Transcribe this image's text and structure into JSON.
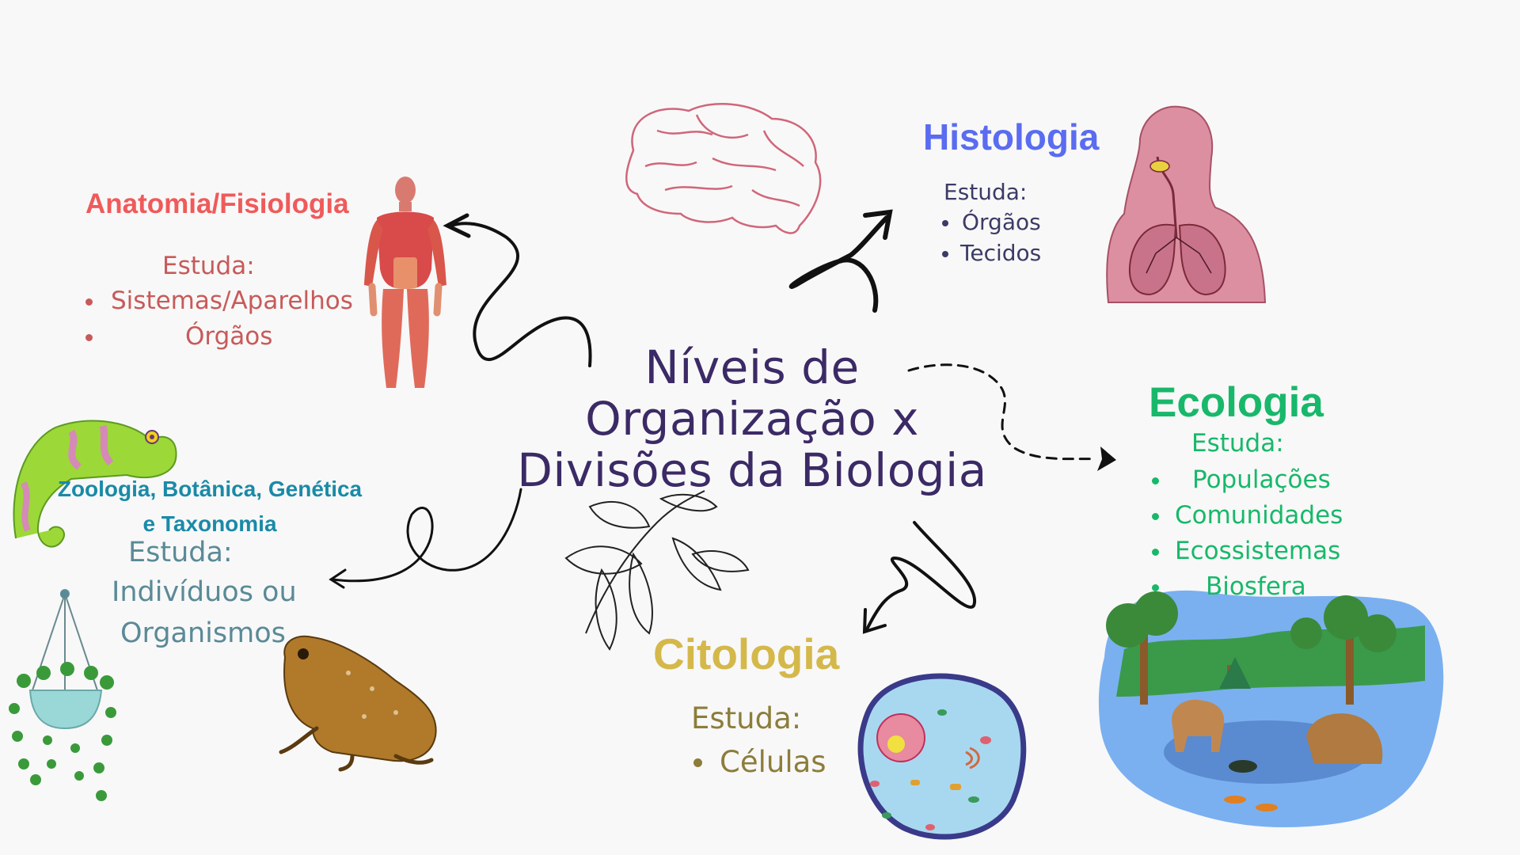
{
  "center": {
    "title_line1": "Níveis de",
    "title_line2": "Organização x",
    "title_line3": "Divisões da Biologia"
  },
  "anatomia": {
    "title": "Anatomia/Fisiologia",
    "subtitle": "Estuda:",
    "items": [
      "Sistemas/Aparelhos",
      "Órgãos"
    ],
    "title_color": "#f05a5a",
    "text_color": "#c85a5a"
  },
  "histologia": {
    "title": "Histologia",
    "subtitle": "Estuda:",
    "items": [
      "Órgãos",
      "Tecidos"
    ],
    "title_color": "#5a6cf0",
    "text_color": "#3b3b66"
  },
  "ecologia": {
    "title": "Ecologia",
    "subtitle": "Estuda:",
    "items": [
      "Populações",
      "Comunidades",
      "Ecossistemas",
      "Biosfera"
    ],
    "title_color": "#18b86a",
    "text_color": "#18b86a"
  },
  "citologia": {
    "title": "Citologia",
    "subtitle": "Estuda:",
    "items": [
      "Células"
    ],
    "title_color": "#d4b84a",
    "text_color": "#8c7d3a"
  },
  "zoologia": {
    "title_line1": "Zoologia, Botânica, Genética",
    "title_line2": "e Taxonomia",
    "subtitle": "Estuda:",
    "items_line1": "Indivíduos ou",
    "items_line2": "Organismos",
    "title_color": "#1a8aa8",
    "text_color": "#5a8a96"
  },
  "icons": [
    "brain-icon",
    "lungs-icon",
    "human-muscles-icon",
    "chameleon-icon",
    "hanging-plant-icon",
    "frog-icon",
    "leaves-icon",
    "cell-icon",
    "ecosystem-icon"
  ]
}
